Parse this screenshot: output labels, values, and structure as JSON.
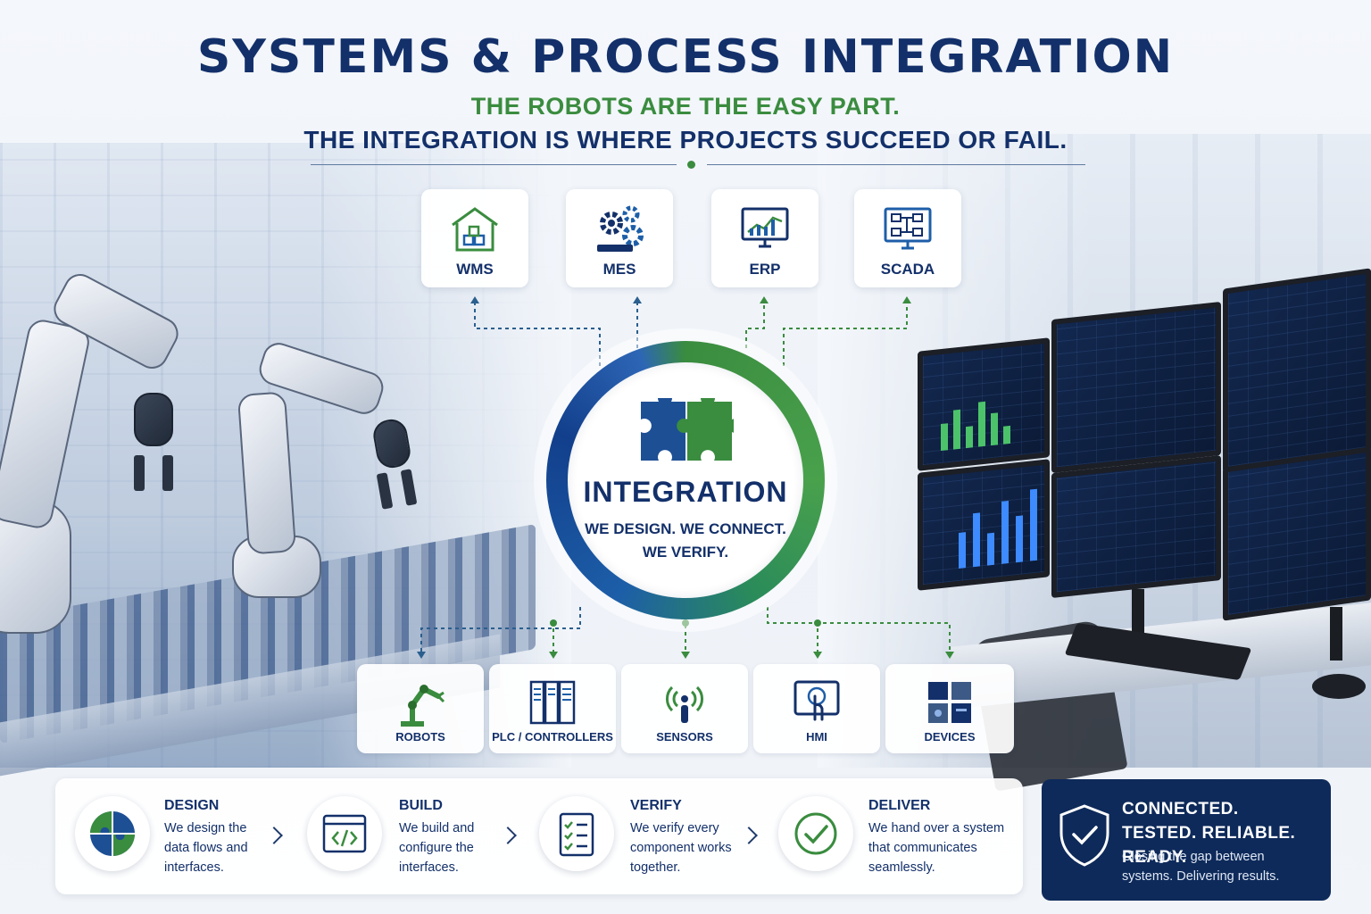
{
  "header": {
    "title": "SYSTEMS & PROCESS INTEGRATION",
    "subtitle_green": "THE ROBOTS ARE THE EASY PART.",
    "subtitle_blue": "THE INTEGRATION IS WHERE PROJECTS SUCCEED OR FAIL."
  },
  "top_systems": [
    {
      "label": "WMS",
      "icon": "warehouse-icon"
    },
    {
      "label": "MES",
      "icon": "gears-icon"
    },
    {
      "label": "ERP",
      "icon": "chart-monitor-icon"
    },
    {
      "label": "SCADA",
      "icon": "network-monitor-icon"
    }
  ],
  "center": {
    "title": "INTEGRATION",
    "line1": "WE DESIGN. WE CONNECT.",
    "line2": "WE VERIFY.",
    "icon": "puzzle-icon"
  },
  "bottom_systems": [
    {
      "label": "ROBOTS",
      "icon": "robot-arm-icon"
    },
    {
      "label": "PLC / CONTROLLERS",
      "icon": "plc-icon"
    },
    {
      "label": "SENSORS",
      "icon": "sensor-icon"
    },
    {
      "label": "HMI",
      "icon": "touch-screen-icon"
    },
    {
      "label": "DEVICES",
      "icon": "devices-icon"
    }
  ],
  "steps": [
    {
      "title": "DESIGN",
      "text": "We design the data flows and interfaces.",
      "icon": "puzzle-circle-icon"
    },
    {
      "title": "BUILD",
      "text": "We build and configure the interfaces.",
      "icon": "code-window-icon"
    },
    {
      "title": "VERIFY",
      "text": "We verify every component works together.",
      "icon": "checklist-icon"
    },
    {
      "title": "DELIVER",
      "text": "We hand over a system that communicates seamlessly.",
      "icon": "check-circle-icon"
    }
  ],
  "ready": {
    "title": "CONNECTED. TESTED. RELIABLE. READY.",
    "text": "Closing the gap between systems. Delivering results.",
    "icon": "shield-check-icon"
  },
  "colors": {
    "navy": "#13306a",
    "green": "#3a8c3f",
    "blue": "#1d5ea8"
  }
}
